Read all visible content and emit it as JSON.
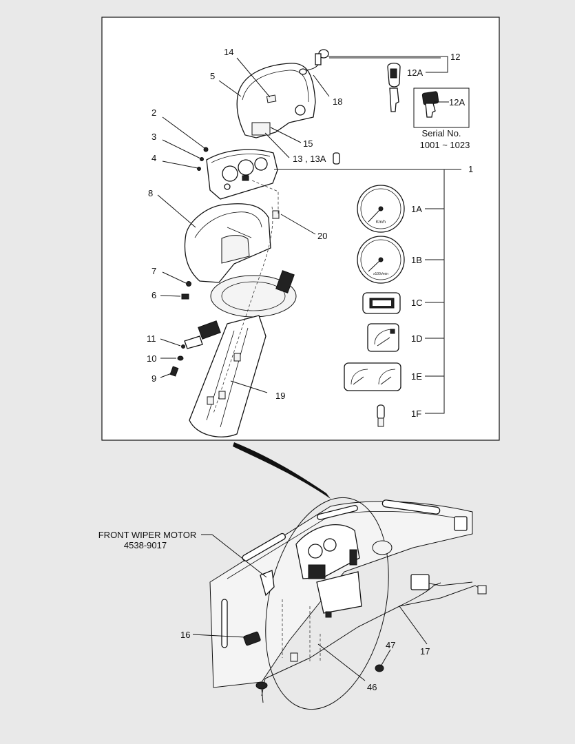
{
  "labels": {
    "l14": "14",
    "l5": "5",
    "l12": "12",
    "l12A": "12A",
    "l12A_box": "12A",
    "l18": "18",
    "l2": "2",
    "l3": "3",
    "l4": "4",
    "l15": "15",
    "l13": "13 , 13A",
    "l1": "1",
    "l8": "8",
    "l20": "20",
    "l1A": "1A",
    "l1B": "1B",
    "l1C": "1C",
    "l1D": "1D",
    "l1E": "1E",
    "l1F": "1F",
    "l7": "7",
    "l6": "6",
    "l11": "11",
    "l10": "10",
    "l9": "9",
    "l19": "19",
    "l16": "16",
    "l17": "17",
    "l47": "47",
    "l46": "46"
  },
  "serial": {
    "line1": "Serial No.",
    "line2": "1001 ~ 1023"
  },
  "wiper": {
    "line1": "FRONT WIPER MOTOR",
    "line2": "4538-9017"
  },
  "gauges": {
    "speedo_unit": "Km/h",
    "tacho_unit": "x100r/min"
  }
}
